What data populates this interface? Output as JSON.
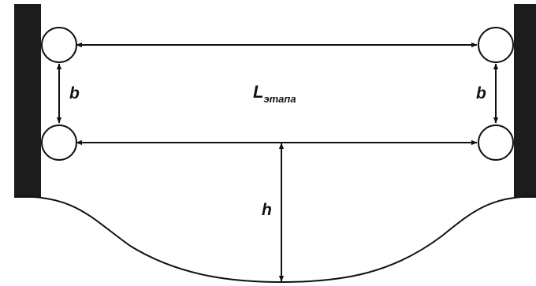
{
  "labels": {
    "span_main": "L",
    "span_sub": "этапа",
    "left_gap": "b",
    "right_gap": "b",
    "depth": "h"
  },
  "colors": {
    "wall": "#1c1c1c",
    "stroke": "#111111",
    "fill": "#ffffff"
  }
}
